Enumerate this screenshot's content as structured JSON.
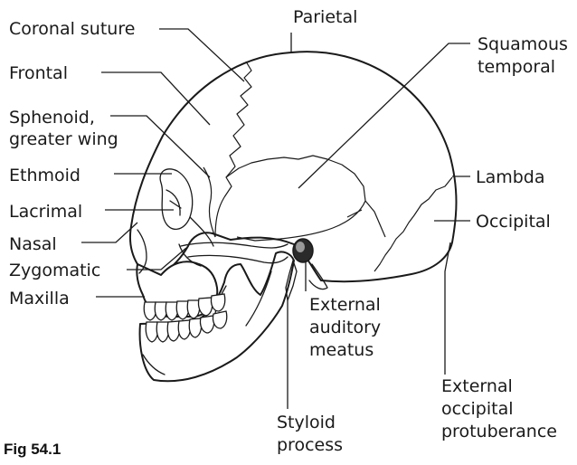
{
  "figure_caption": "Fig 54.1",
  "labels": {
    "coronal_suture": "Coronal suture",
    "parietal": "Parietal",
    "squamous_temporal_1": "Squamous",
    "squamous_temporal_2": "temporal",
    "frontal": "Frontal",
    "sphenoid_1": "Sphenoid,",
    "sphenoid_2": "greater wing",
    "ethmoid": "Ethmoid",
    "lambda": "Lambda",
    "lacrimal": "Lacrimal",
    "occipital": "Occipital",
    "nasal": "Nasal",
    "zygomatic": "Zygomatic",
    "maxilla": "Maxilla",
    "external_auditory_meatus_1": "External",
    "external_auditory_meatus_2": "auditory",
    "external_auditory_meatus_3": "meatus",
    "external_occipital_protuberance_1": "External",
    "external_occipital_protuberance_2": "occipital",
    "external_occipital_protuberance_3": "protuberance",
    "styloid_process_1": "Styloid",
    "styloid_process_2": "process"
  }
}
